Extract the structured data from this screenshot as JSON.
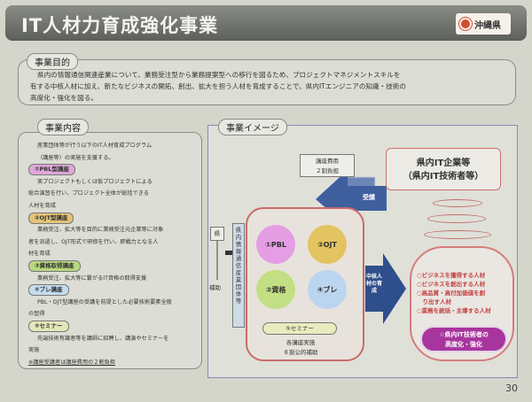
{
  "title": "IT人材力育成強化事業",
  "logo": {
    "name": "沖縄県"
  },
  "purpose": {
    "label": "事業目的",
    "lines": [
      "県内の情報通信関連産業について、業務受注型から業務提案型への移行を図るため、プロジェクトマネジメントスキルを",
      "有する中核人材に加え、新たなビジネスの開拓、創出、拡大を担う人材を育成することで、県内ITエンジニアの知識・技術の",
      "高度化・強化を図る。"
    ]
  },
  "content": {
    "label": "事業内容",
    "intro": [
      "産業団体等が行う以下のIT人材育成プログラム",
      "（講座等）の実施を支援する。"
    ],
    "items": [
      {
        "label": "①PBL型講座",
        "lines": [
          "実プロジェクトもしくは仮プロジェクトによる",
          "総合演習を行い、プロジェクト全体が総括できる",
          "人材を育成"
        ]
      },
      {
        "label": "②OJT型講座",
        "lines": [
          "業務受注、拡大等を目的に業務受注元企業等に対象",
          "者を派遣し、OJT形式で研修を行い、即戦力となる人",
          "材を育成"
        ]
      },
      {
        "label": "③資格取得講座",
        "lines": [
          "業務受注、拡大等に繋がるIT資格の取得支援"
        ]
      },
      {
        "label": "④ブレ講座",
        "lines": [
          "PBL・OJT型講座の受講を前提とした必要技術要素全般",
          "の習得"
        ]
      },
      {
        "label": "⑤セミナー",
        "lines": [
          "先端技術有識者等を講師に招聘し、講演やセミナーを",
          "実施"
        ]
      }
    ],
    "note": "※講座受講者は講座費用の２割負担"
  },
  "image": {
    "label": "事業イメージ",
    "fee_box": [
      "講座費用",
      "２割負担"
    ],
    "jukou": "受講",
    "ken": "県",
    "hojo": "補助",
    "vertical_label": "県内情報通信産業団体等",
    "circles": [
      "①PBL",
      "②OJT",
      "③資格",
      "④ブレ"
    ],
    "seminar": "⑤セミナー",
    "jisshi": [
      "各講座実施",
      "８割公的補助"
    ],
    "arrow_label": "中核人材の育成",
    "company": [
      "県内IT企業等",
      "（県内IT技術者等）"
    ],
    "outcomes": [
      "○ビジネスを獲得する人材",
      "○ビジネスを創出する人材",
      "○高品質・高付加価値を創",
      "　り出す人材",
      "○業務を統括・主導する人材"
    ],
    "goal": [
      "☆県内IT技術者の",
      "高度化・強化"
    ]
  },
  "page_number": "30"
}
